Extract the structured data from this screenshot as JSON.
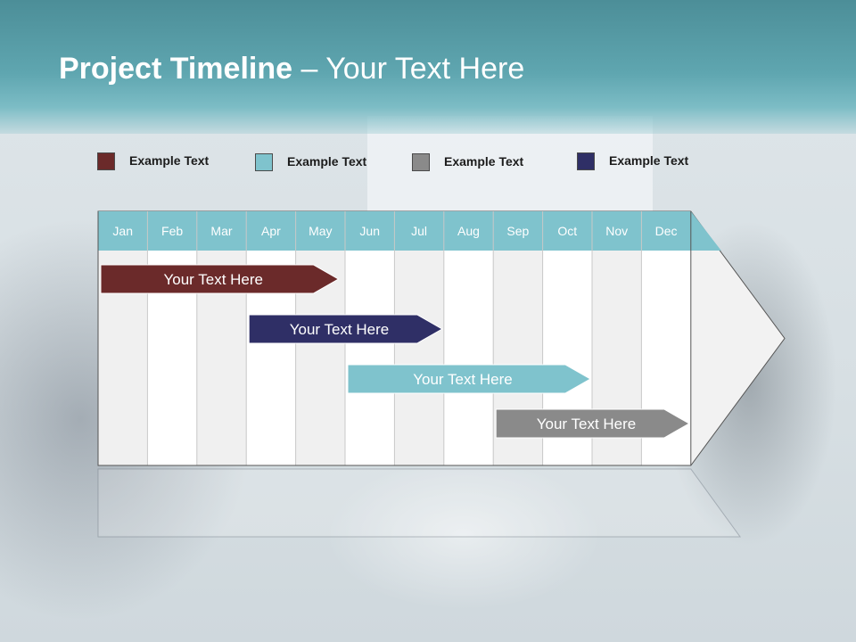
{
  "header": {
    "title_bold": "Project Timeline",
    "title_rest": " – Your Text Here"
  },
  "legend": [
    {
      "label": "Example Text",
      "color": "#6b2a2a"
    },
    {
      "label": "Example Text",
      "color": "#7fc3cd"
    },
    {
      "label": "Example Text",
      "color": "#8a8a8a"
    },
    {
      "label": "Example Text",
      "color": "#2f2f66"
    }
  ],
  "timeline": {
    "months": [
      "Jan",
      "Feb",
      "Mar",
      "Apr",
      "May",
      "Jun",
      "Jul",
      "Aug",
      "Sep",
      "Oct",
      "Nov",
      "Dec"
    ],
    "header_color": "#7fc3cd",
    "tasks": [
      {
        "label": "Your  Text Here",
        "start_month": 1.0,
        "end_month": 4.9,
        "color": "#6b2a2a"
      },
      {
        "label": "Your  Text Here",
        "start_month": 4.0,
        "end_month": 7.0,
        "color": "#2f2f66"
      },
      {
        "label": "Your  Text Here",
        "start_month": 6.0,
        "end_month": 10.0,
        "color": "#7fc3cd"
      },
      {
        "label": "Your  Text Here",
        "start_month": 9.0,
        "end_month": 12.0,
        "color": "#8a8a8a"
      }
    ]
  }
}
